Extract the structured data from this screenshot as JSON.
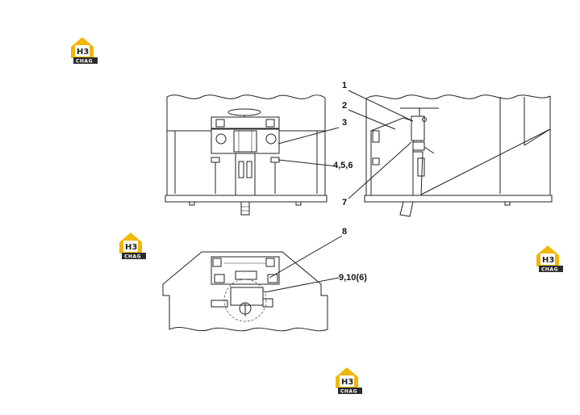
{
  "brand": {
    "logo_text": "CHAG",
    "logo_mark": "H3",
    "accent_color": "#f2b705",
    "dark_color": "#2b2b2b"
  },
  "callouts": {
    "c1": "1",
    "c2": "2",
    "c3": "3",
    "c456": "4,5,6",
    "c7": "7",
    "c8": "8",
    "c9106": "9,10(6)"
  }
}
